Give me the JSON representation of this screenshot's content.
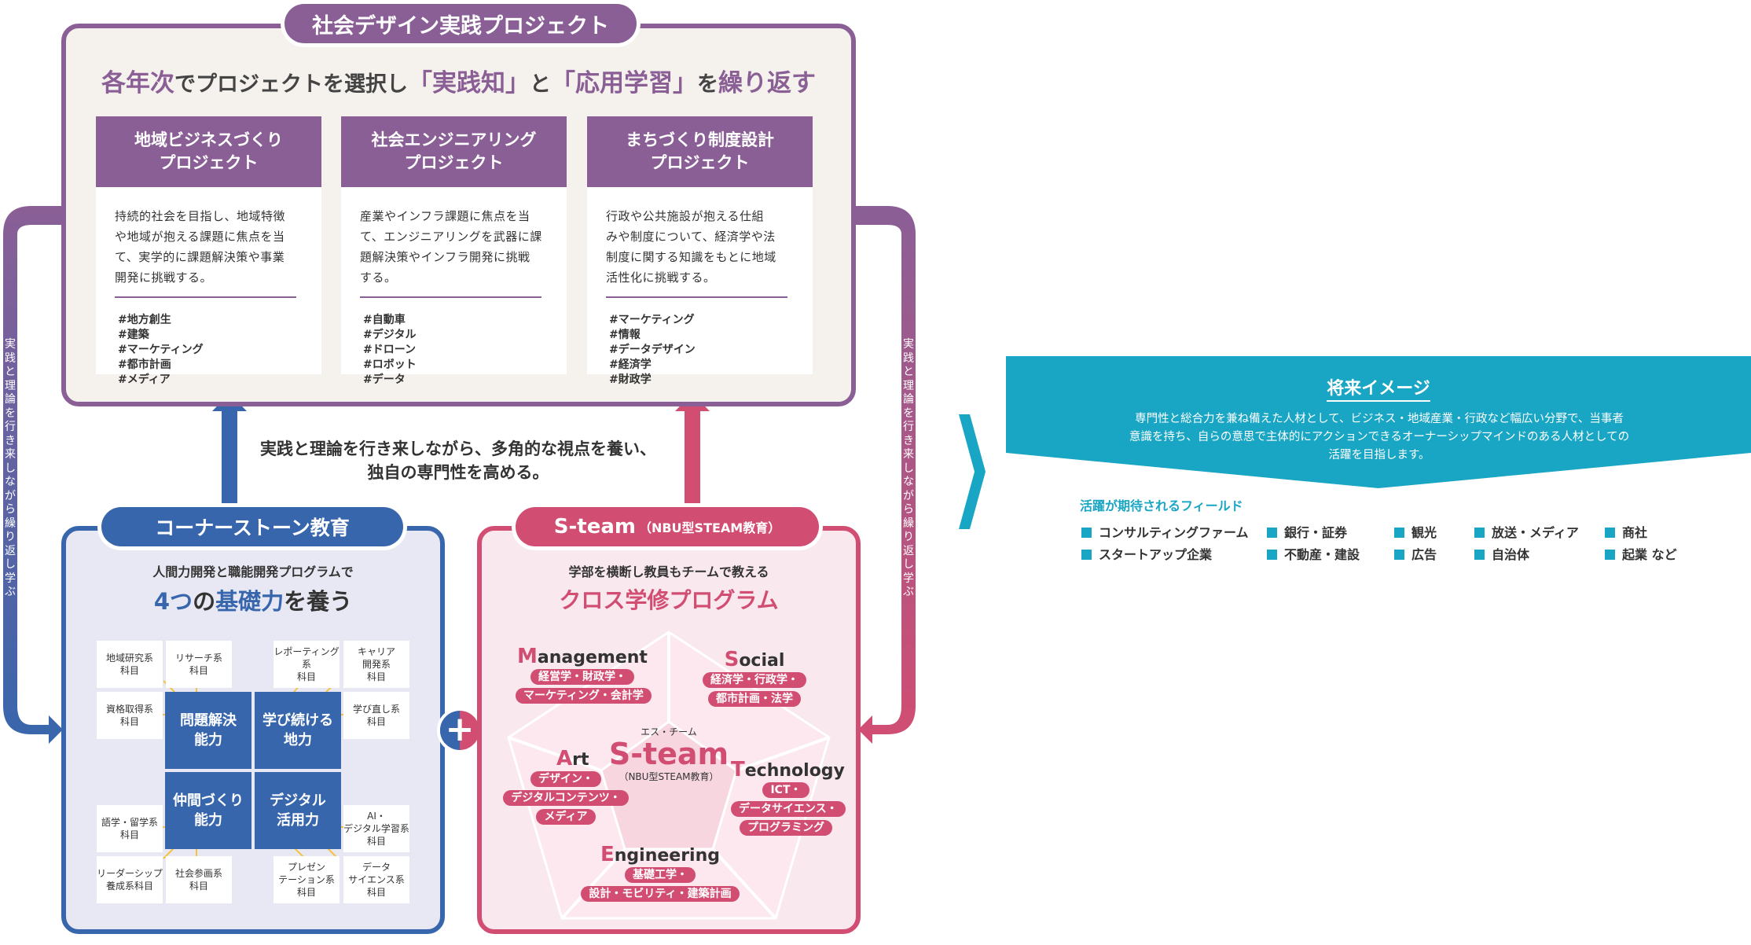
{
  "colors": {
    "purple": "#8a5f96",
    "blue": "#3866ad",
    "pink": "#d24d72",
    "teal": "#19a5c4"
  },
  "top": {
    "title": "社会デザイン実践プロジェクト",
    "headline_parts": [
      "各年次",
      "でプロジェクトを選択し",
      "「実践知」",
      "と",
      "「応用学習」",
      "を",
      "繰り返す"
    ],
    "cards": [
      {
        "title_line1": "地域ビジネスづくり",
        "title_line2": "プロジェクト",
        "body": [
          "持続的社会を目指し、地域特徴",
          "や地域が抱える課題に焦点を当",
          "て、実学的に課題解決策や事業",
          "開発に挑戦する。"
        ],
        "tags": [
          "#地方創生",
          "#建築",
          "#マーケティング",
          "#都市計画",
          "#メディア"
        ]
      },
      {
        "title_line1": "社会エンジニアリング",
        "title_line2": "プロジェクト",
        "body": [
          "産業やインフラ課題に焦点を当",
          "て、エンジニアリングを武器に課",
          "題解決策やインフラ開発に挑戦",
          "する。"
        ],
        "tags": [
          "#自動車",
          "#デジタル",
          "#ドローン",
          "#ロボット",
          "#データ"
        ]
      },
      {
        "title_line1": "まちづくり制度設計",
        "title_line2": "プロジェクト",
        "body": [
          "行政や公共施設が抱える仕組",
          "みや制度について、経済学や法",
          "制度に関する知識をもとに地域",
          "活性化に挑戦する。"
        ],
        "tags": [
          "#マーケティング",
          "#情報",
          "#データデザイン",
          "#経済学",
          "#財政学"
        ]
      }
    ]
  },
  "middle": {
    "line1": "実践と理論を行き来しながら、多角的な視点を養い、",
    "line2": "独自の専門性を高める。"
  },
  "loop_label": [
    "実",
    "践",
    "と",
    "理",
    "論",
    "を",
    "行",
    "き",
    "来",
    "し",
    "な",
    "が",
    "ら",
    "繰",
    "り",
    "返",
    "し",
    "学",
    "ぶ"
  ],
  "cornerstone": {
    "title": "コーナーストーン教育",
    "sub": "人間力開発と職能開発プログラムで",
    "head_num": "4つ",
    "head_mid": "の",
    "head_hl": "基礎力",
    "head_end": "を養う",
    "subjects": {
      "s1": [
        "地域研究系",
        "科目"
      ],
      "s2": [
        "リサーチ系",
        "科目"
      ],
      "s3": [
        "レポーティング系",
        "科目"
      ],
      "s4": [
        "キャリア",
        "開発系",
        "科目"
      ],
      "s5": [
        "資格取得系",
        "科目"
      ],
      "s6": [
        "学び直し系",
        "科目"
      ],
      "s7": [
        "語学・留学系",
        "科目"
      ],
      "s8": [
        "AI・",
        "デジタル学習系",
        "科目"
      ],
      "s9": [
        "リーダーシップ",
        "養成系科目"
      ],
      "s10": [
        "社会参画系",
        "科目"
      ],
      "s11": [
        "プレゼン",
        "テーション系",
        "科目"
      ],
      "s12": [
        "データ",
        "サイエンス系",
        "科目"
      ]
    },
    "cores": {
      "c1": [
        "問題解決",
        "能力"
      ],
      "c2": [
        "学び続ける",
        "地力"
      ],
      "c3": [
        "仲間づくり",
        "能力"
      ],
      "c4": [
        "デジタル",
        "活用力"
      ]
    }
  },
  "steam": {
    "title": "S-team",
    "title_small": "（NBU型STEAM教育）",
    "sub": "学部を横断し教員もチームで教える",
    "head": "クロス学修プログラム",
    "center_ruby": "エス・チーム",
    "center": "S-team",
    "center_sub": "（NBU型STEAM教育）",
    "fields": [
      {
        "cap": "M",
        "rest": "anagement",
        "tags": [
          "経営学・財政学・",
          "マーケティング・会計学"
        ]
      },
      {
        "cap": "S",
        "rest": "ocial",
        "tags": [
          "経済学・行政学・",
          "都市計画・法学"
        ]
      },
      {
        "cap": "A",
        "rest": "rt",
        "tags": [
          "デザイン・",
          "デジタルコンテンツ・",
          "メディア"
        ]
      },
      {
        "cap": "T",
        "rest": "echnology",
        "tags": [
          "ICT・",
          "データサイエンス・",
          "プログラミング"
        ]
      },
      {
        "cap": "E",
        "rest": "ngineering",
        "tags": [
          "基礎工学・",
          "設計・モビリティ・建築計画"
        ]
      }
    ]
  },
  "future": {
    "title": "将来イメージ",
    "body": [
      "専門性と総合力を兼ね備えた人材として、ビジネス・地域産業・行政など幅広い分野で、当事者",
      "意識を持ち、自らの意思で主体的にアクションできるオーナーシップマインドのある人材としての",
      "活躍を目指します。"
    ],
    "fields_head": "活躍が期待されるフィールド",
    "fields": [
      [
        "コンサルティングファーム",
        "スタートアップ企業"
      ],
      [
        "銀行・証券",
        "不動産・建設"
      ],
      [
        "観光",
        "広告"
      ],
      [
        "放送・メディア",
        "自治体"
      ],
      [
        "商社",
        "起業 など"
      ]
    ]
  }
}
